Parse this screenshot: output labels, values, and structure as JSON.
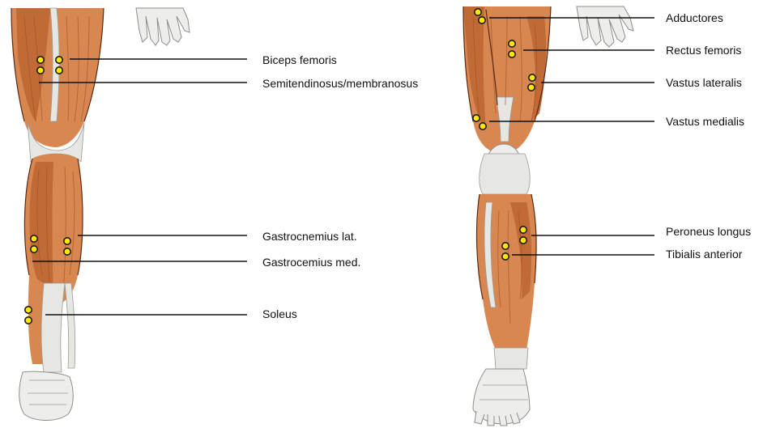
{
  "posterior_view": {
    "labels": [
      {
        "key": "biceps_femoris",
        "text": "Biceps femoris"
      },
      {
        "key": "semitendinosus",
        "text": "Semitendinosus/membranosus"
      },
      {
        "key": "gastrocnemius_lat",
        "text": "Gastrocnemius lat."
      },
      {
        "key": "gastrocemius_med",
        "text": "Gastrocemius med."
      },
      {
        "key": "soleus",
        "text": "Soleus"
      }
    ]
  },
  "anterior_view": {
    "labels": [
      {
        "key": "adductores",
        "text": "Adductores"
      },
      {
        "key": "rectus_femoris",
        "text": "Rectus femoris"
      },
      {
        "key": "vastus_lateralis",
        "text": "Vastus lateralis"
      },
      {
        "key": "vastus_medialis",
        "text": "Vastus medialis"
      },
      {
        "key": "peroneus_longus",
        "text": "Peroneus longus"
      },
      {
        "key": "tibialis_anterior",
        "text": "Tibialis anterior"
      }
    ]
  },
  "colors": {
    "electrode_fill": "#ffe800",
    "electrode_stroke": "#1a1a1a",
    "muscle": "#d88750",
    "muscle_shade": "#c06a36",
    "tendon": "#e6e6e3",
    "leader_line": "#111111",
    "background": "#ffffff"
  }
}
